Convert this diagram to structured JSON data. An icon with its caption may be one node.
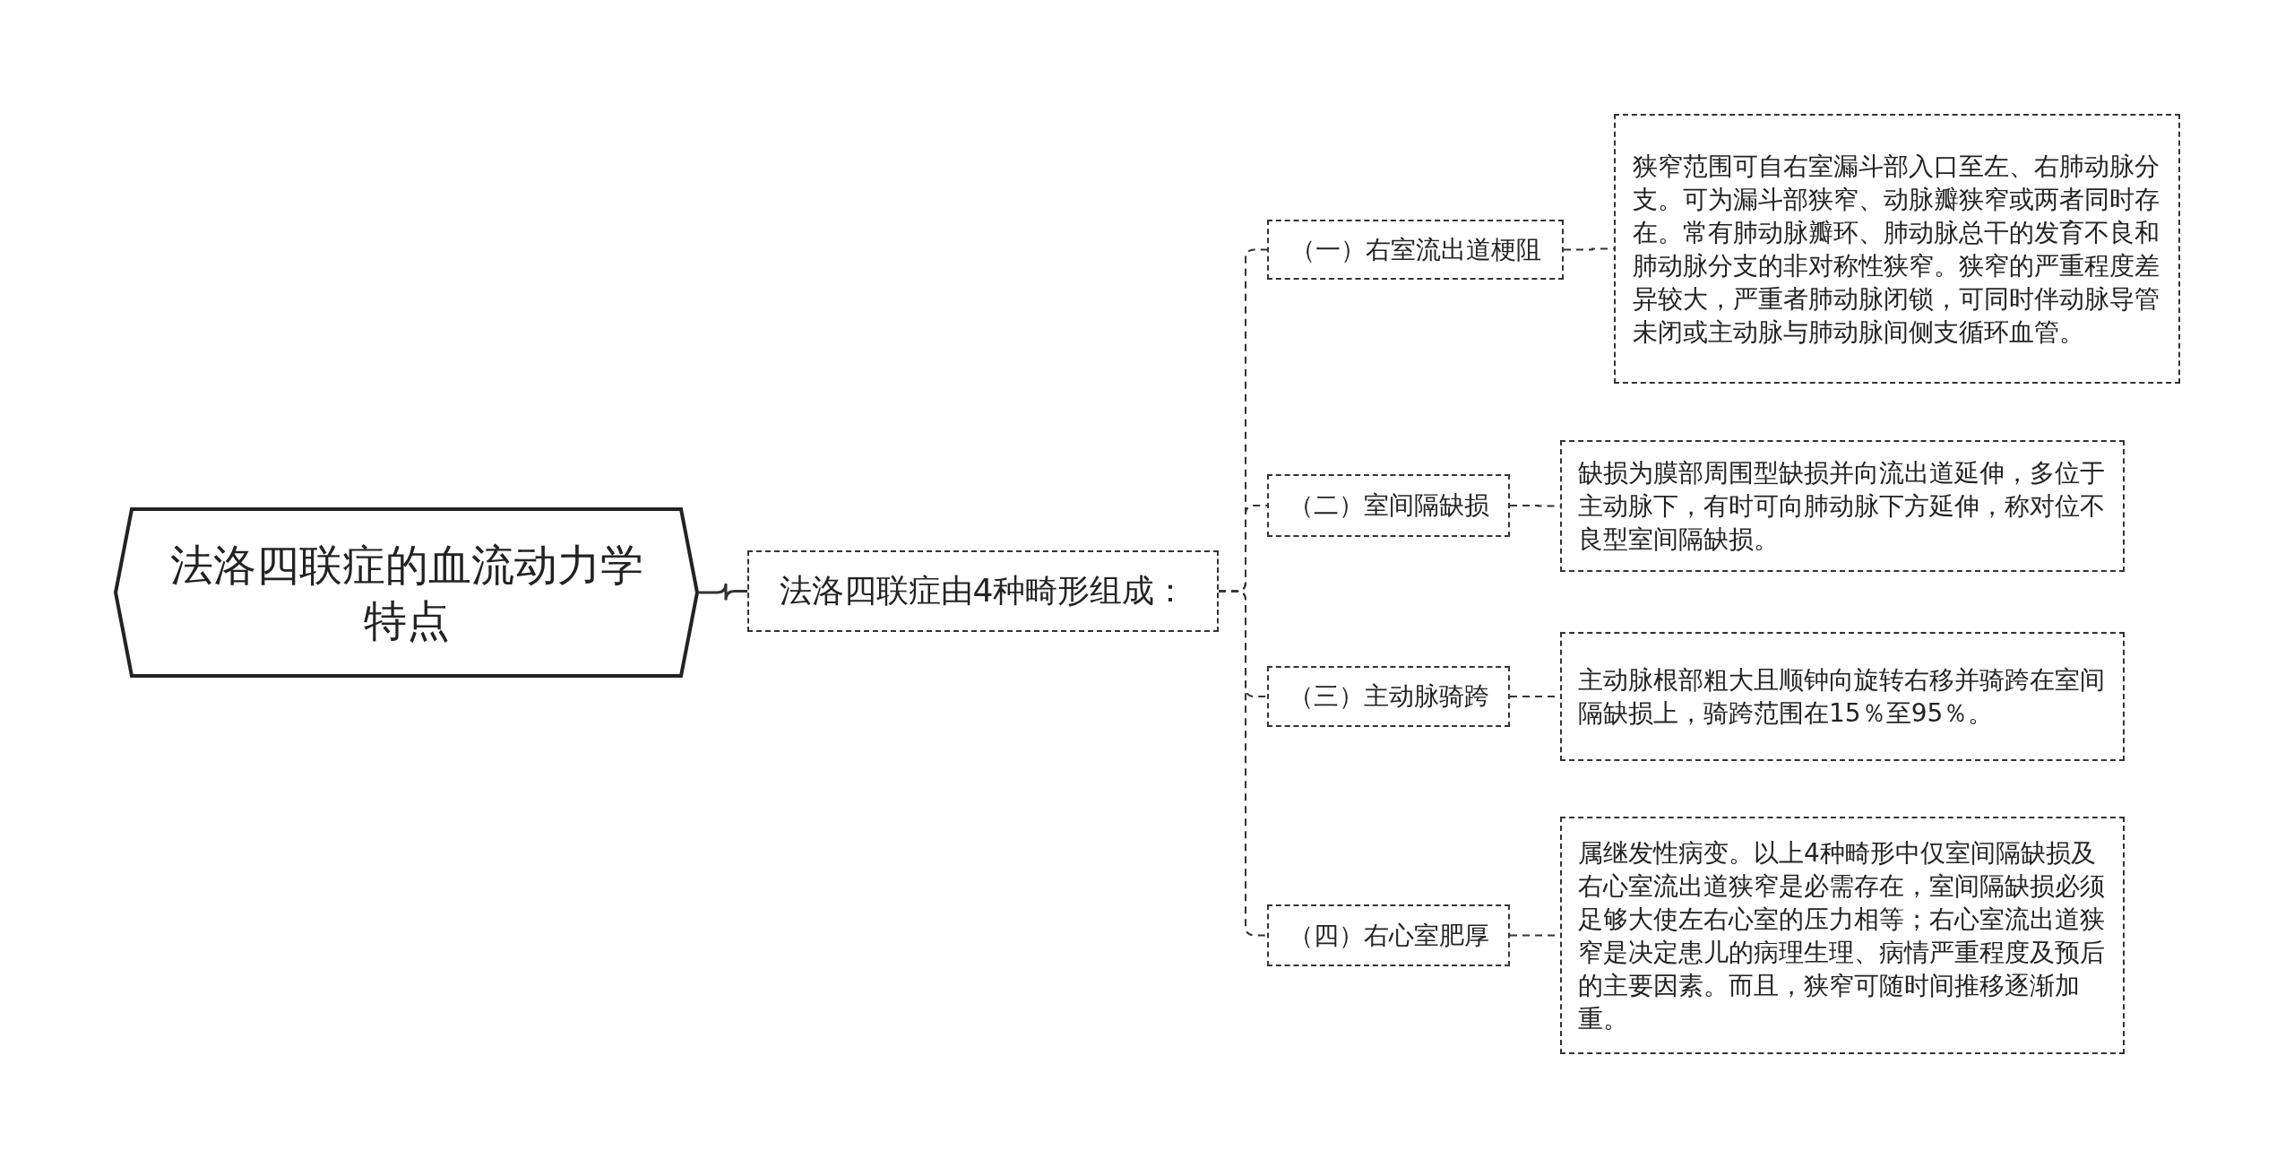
{
  "diagram": {
    "nodes": [
      {
        "text": [
          "法洛四联症的血流动力学特点"
        ]
      },
      {
        "text": [
          "法洛四联症由4种畸形组成："
        ]
      },
      {
        "text": [
          "（一）右室流出道梗阻"
        ]
      },
      {
        "text": [
          "狭窄范围可自右室漏斗部入口至左、右肺动脉分支。可为漏斗部狭窄、动脉瓣狭窄或两者同时存在。常有肺动脉瓣环、肺动脉总干的发育不良和肺动脉分支的非对称性狭窄。狭窄的严重程度差异较大，严重者肺动脉闭锁，可同时伴动脉导管未闭或主动脉与肺动脉间侧支循环血管。"
        ]
      },
      {
        "text": [
          "（二）室间隔缺损"
        ]
      },
      {
        "text": [
          "缺损为膜部周围型缺损并向流出道延伸，多位于主动脉下，有时可向肺动脉下方延伸，称对位不良型室间隔缺损。"
        ]
      },
      {
        "text": [
          "（三）主动脉骑跨"
        ]
      },
      {
        "text": [
          "主动脉根部粗大且顺钟向旋转右移并骑跨在室间隔缺损上，骑跨范围在15％至95％。"
        ]
      },
      {
        "text": [
          "（四）右心室肥厚"
        ]
      },
      {
        "text": [
          "属继发性病变。以上4种畸形中仅室间隔缺损及右心室流出道狭窄是必需存在，室间隔缺损必须足够大使左右心室的压力相等；右心室流出道狭窄是决定患儿的病理生理、病情严重程度及预后的主要因素。而且，狭窄可随时间推移逐渐加重。"
        ]
      }
    ],
    "edges": [
      {
        "from": 0,
        "to": 1,
        "arrow": "none"
      },
      {
        "from": 1,
        "to": 2,
        "arrow": "none",
        "style": "dashed"
      },
      {
        "from": 1,
        "to": 4,
        "arrow": "none",
        "style": "dashed"
      },
      {
        "from": 1,
        "to": 6,
        "arrow": "none",
        "style": "dashed"
      },
      {
        "from": 1,
        "to": 8,
        "arrow": "none",
        "style": "dashed"
      },
      {
        "from": 2,
        "to": 3,
        "arrow": "none",
        "style": "dashed"
      },
      {
        "from": 4,
        "to": 5,
        "arrow": "none",
        "style": "dashed"
      },
      {
        "from": 6,
        "to": 7,
        "arrow": "none",
        "style": "dashed"
      },
      {
        "from": 8,
        "to": 9,
        "arrow": "none",
        "style": "dashed"
      }
    ]
  }
}
